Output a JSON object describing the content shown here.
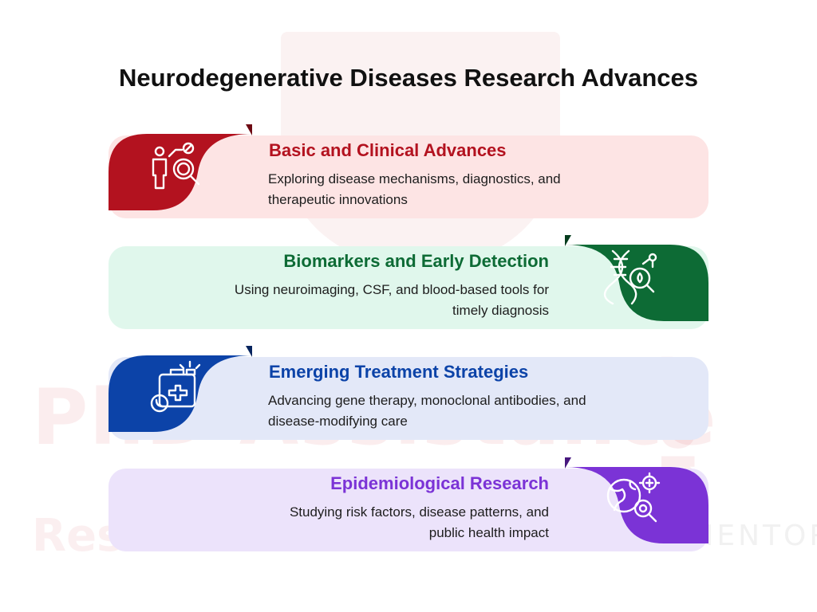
{
  "title": "Neurodegenerative Diseases Research Advances",
  "watermark": {
    "main": "PhD Assistance",
    "sub": "Research lab",
    "tagline": "YOUR TRUSTED MENTOR",
    "suffix": ".com"
  },
  "cards": [
    {
      "title": "Basic and Clinical Advances",
      "description_line1": "Exploring disease mechanisms, diagnostics, and",
      "description_line2": "therapeutic innovations",
      "icon": "person-magnifier-icon",
      "accent": "#b3121f",
      "accent_dark": "#6e0a13",
      "background": "#fde4e4",
      "title_color": "#b3121f"
    },
    {
      "title": "Biomarkers and Early Detection",
      "description_line1": "Using neuroimaging, CSF, and blood-based tools for",
      "description_line2": "timely diagnosis",
      "icon": "dna-drop-icon",
      "accent": "#0d6b35",
      "accent_dark": "#063d1e",
      "background": "#e0f7ec",
      "title_color": "#0d6b35"
    },
    {
      "title": "Emerging Treatment Strategies",
      "description_line1": "Advancing gene therapy, monoclonal antibodies, and",
      "description_line2": "disease-modifying care",
      "icon": "medical-kit-icon",
      "accent": "#0c43a8",
      "accent_dark": "#06245e",
      "background": "#e3e8f8",
      "title_color": "#0c43a8"
    },
    {
      "title": "Epidemiological Research",
      "description_line1": "Studying risk factors, disease patterns, and",
      "description_line2": "public health impact",
      "icon": "globe-virus-icon",
      "accent": "#7b33d6",
      "accent_dark": "#47177e",
      "background": "#ece3fb",
      "title_color": "#7b33d6"
    }
  ]
}
